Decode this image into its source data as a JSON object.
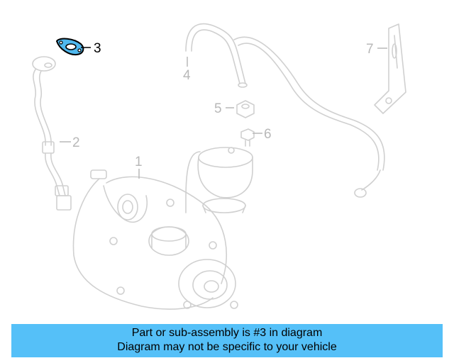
{
  "diagram": {
    "highlighted_part": "3",
    "callouts": [
      "1",
      "2",
      "3",
      "4",
      "5",
      "6",
      "7"
    ],
    "highlight_color": "#4fb8ee"
  },
  "banner": {
    "line1": "Part or sub-assembly is #3 in diagram",
    "line2": "Diagram may not be specific to your vehicle",
    "background": "#55c0f8"
  }
}
